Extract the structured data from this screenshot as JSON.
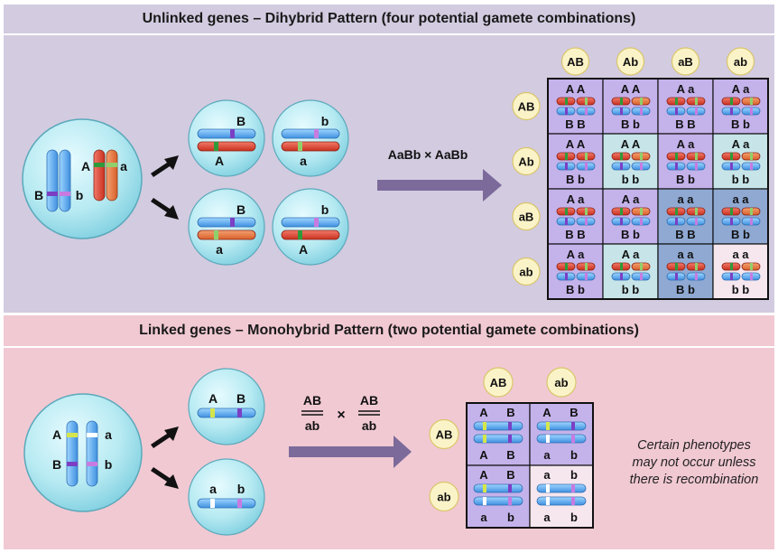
{
  "top": {
    "title": "Unlinked genes – Dihybrid Pattern (four potential gamete combinations)",
    "parent": {
      "allele_left_top": "A",
      "allele_left_top2": "a",
      "allele_B": "B",
      "allele_b": "b"
    },
    "gametes": [
      {
        "top": "B",
        "bottom": "A"
      },
      {
        "top": "b",
        "bottom": "a"
      },
      {
        "top": "B",
        "bottom": "a"
      },
      {
        "top": "b",
        "bottom": "A"
      }
    ],
    "cross_label": "AaBb × AaBb",
    "col_headers": [
      "AB",
      "Ab",
      "aB",
      "ab"
    ],
    "row_headers": [
      "AB",
      "Ab",
      "aB",
      "ab"
    ],
    "cells": [
      [
        {
          "t": "A A",
          "b": "B B"
        },
        {
          "t": "A A",
          "b": "B b"
        },
        {
          "t": "A a",
          "b": "B B"
        },
        {
          "t": "A a",
          "b": "B b"
        }
      ],
      [
        {
          "t": "A A",
          "b": "B b"
        },
        {
          "t": "A A",
          "b": "b b"
        },
        {
          "t": "A a",
          "b": "B b"
        },
        {
          "t": "A a",
          "b": "b b"
        }
      ],
      [
        {
          "t": "A a",
          "b": "B B"
        },
        {
          "t": "A a",
          "b": "B b"
        },
        {
          "t": "a a",
          "b": "B B"
        },
        {
          "t": "a a",
          "b": "B b"
        }
      ],
      [
        {
          "t": "A a",
          "b": "B b"
        },
        {
          "t": "A a",
          "b": "b b"
        },
        {
          "t": "a a",
          "b": "B b"
        },
        {
          "t": "a a",
          "b": "b b"
        }
      ]
    ],
    "colors": {
      "purple": "#c4b2ea",
      "teal": "#c7e5e9",
      "blue": "#8fa9d3",
      "pink": "#f6e6ee"
    }
  },
  "bottom": {
    "title": "Linked genes – Monohybrid Pattern (two potential gamete combinations)",
    "parent": {
      "A": "A",
      "a": "a",
      "B": "B",
      "b": "b"
    },
    "gametes": [
      {
        "left": "A",
        "right": "B"
      },
      {
        "left": "a",
        "right": "b"
      }
    ],
    "cross": {
      "left_top": "AB",
      "left_bottom": "ab",
      "times": "×",
      "right_top": "AB",
      "right_bottom": "ab"
    },
    "col_headers": [
      "AB",
      "ab"
    ],
    "row_headers": [
      "AB",
      "ab"
    ],
    "cells": [
      [
        {
          "l1": "A",
          "r1": "B",
          "l2": "A",
          "r2": "B"
        },
        {
          "l1": "A",
          "r1": "B",
          "l2": "a",
          "r2": "b"
        }
      ],
      [
        {
          "l1": "A",
          "r1": "B",
          "l2": "a",
          "r2": "b"
        },
        {
          "l1": "a",
          "r1": "b",
          "l2": "a",
          "r2": "b"
        }
      ]
    ],
    "note_lines": [
      "Certain phenotypes",
      "may not occur unless",
      "there is recombination"
    ]
  }
}
